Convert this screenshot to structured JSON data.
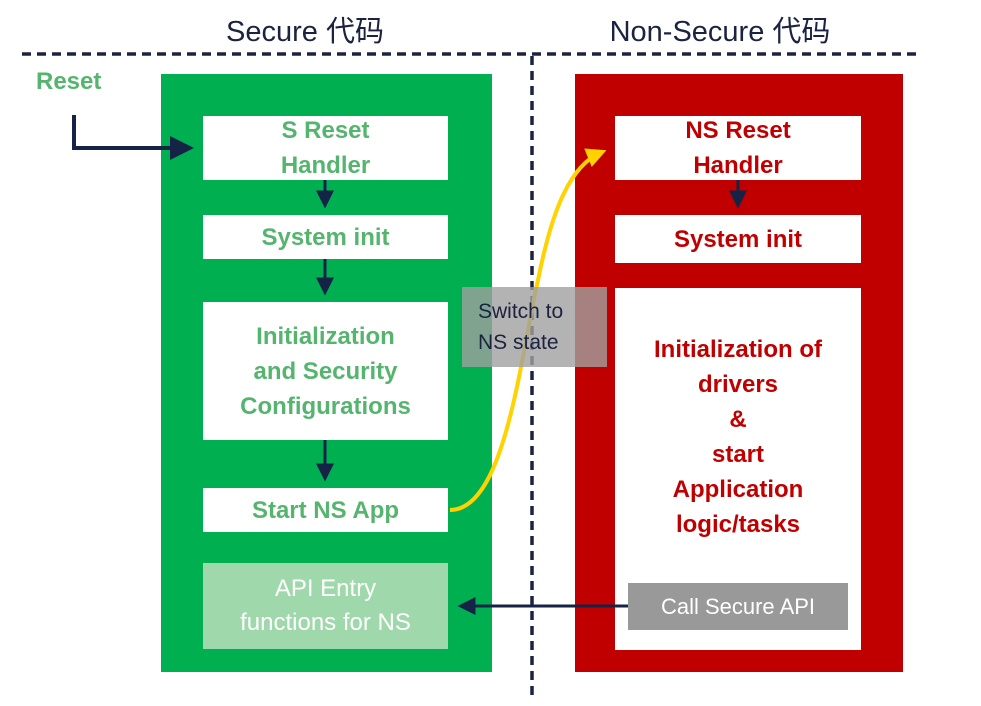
{
  "headers": {
    "secure": "Secure 代码",
    "non_secure": "Non-Secure 代码"
  },
  "reset_label": "Reset",
  "secure": {
    "reset_handler": [
      "S Reset",
      "Handler"
    ],
    "system_init": "System init",
    "init_security": [
      "Initialization",
      "and Security",
      "Configurations"
    ],
    "start_ns_app": "Start NS App",
    "api_entry": [
      "API Entry",
      "functions for NS"
    ]
  },
  "non_secure": {
    "reset_handler": [
      "NS Reset",
      "Handler"
    ],
    "system_init": "System init",
    "init_drivers": [
      "Initialization of",
      "drivers",
      "&",
      "start",
      "Application",
      "logic/tasks"
    ],
    "call_secure_api": "Call Secure API"
  },
  "switch_label": [
    "Switch to",
    "NS state"
  ],
  "colors": {
    "secure_panel": "#00b050",
    "non_secure_panel": "#c00000",
    "arrow": "#152347",
    "switch_arrow": "#ffd200",
    "secure_text": "#55b46e",
    "non_secure_text": "#c00000"
  }
}
